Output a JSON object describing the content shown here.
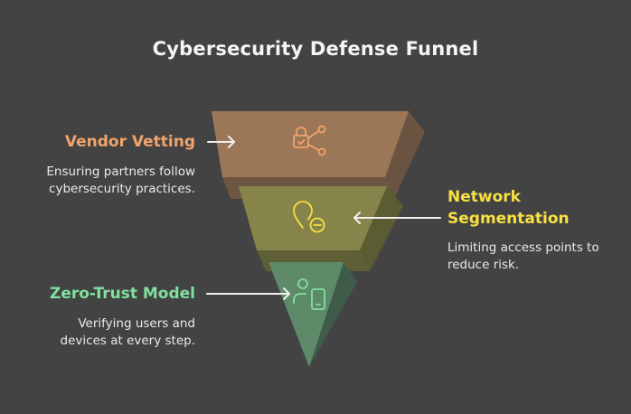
{
  "title": "Cybersecurity Defense Funnel",
  "colors": {
    "background": "#434343",
    "vendor": "#f2a36b",
    "network": "#f7e040",
    "zero_trust": "#7fe0a0"
  },
  "stages": [
    {
      "label": "Vendor Vetting",
      "description_line1": "Ensuring partners follow",
      "description_line2": "cybersecurity practices.",
      "icon": "lock-share-icon"
    },
    {
      "label_line1": "Network",
      "label_line2": "Segmentation",
      "description_line1": "Limiting access points to",
      "description_line2": "reduce risk.",
      "icon": "location-minus-icon"
    },
    {
      "label": "Zero-Trust Model",
      "description_line1": "Verifying users and",
      "description_line2": "devices at every step.",
      "icon": "user-device-icon"
    }
  ]
}
